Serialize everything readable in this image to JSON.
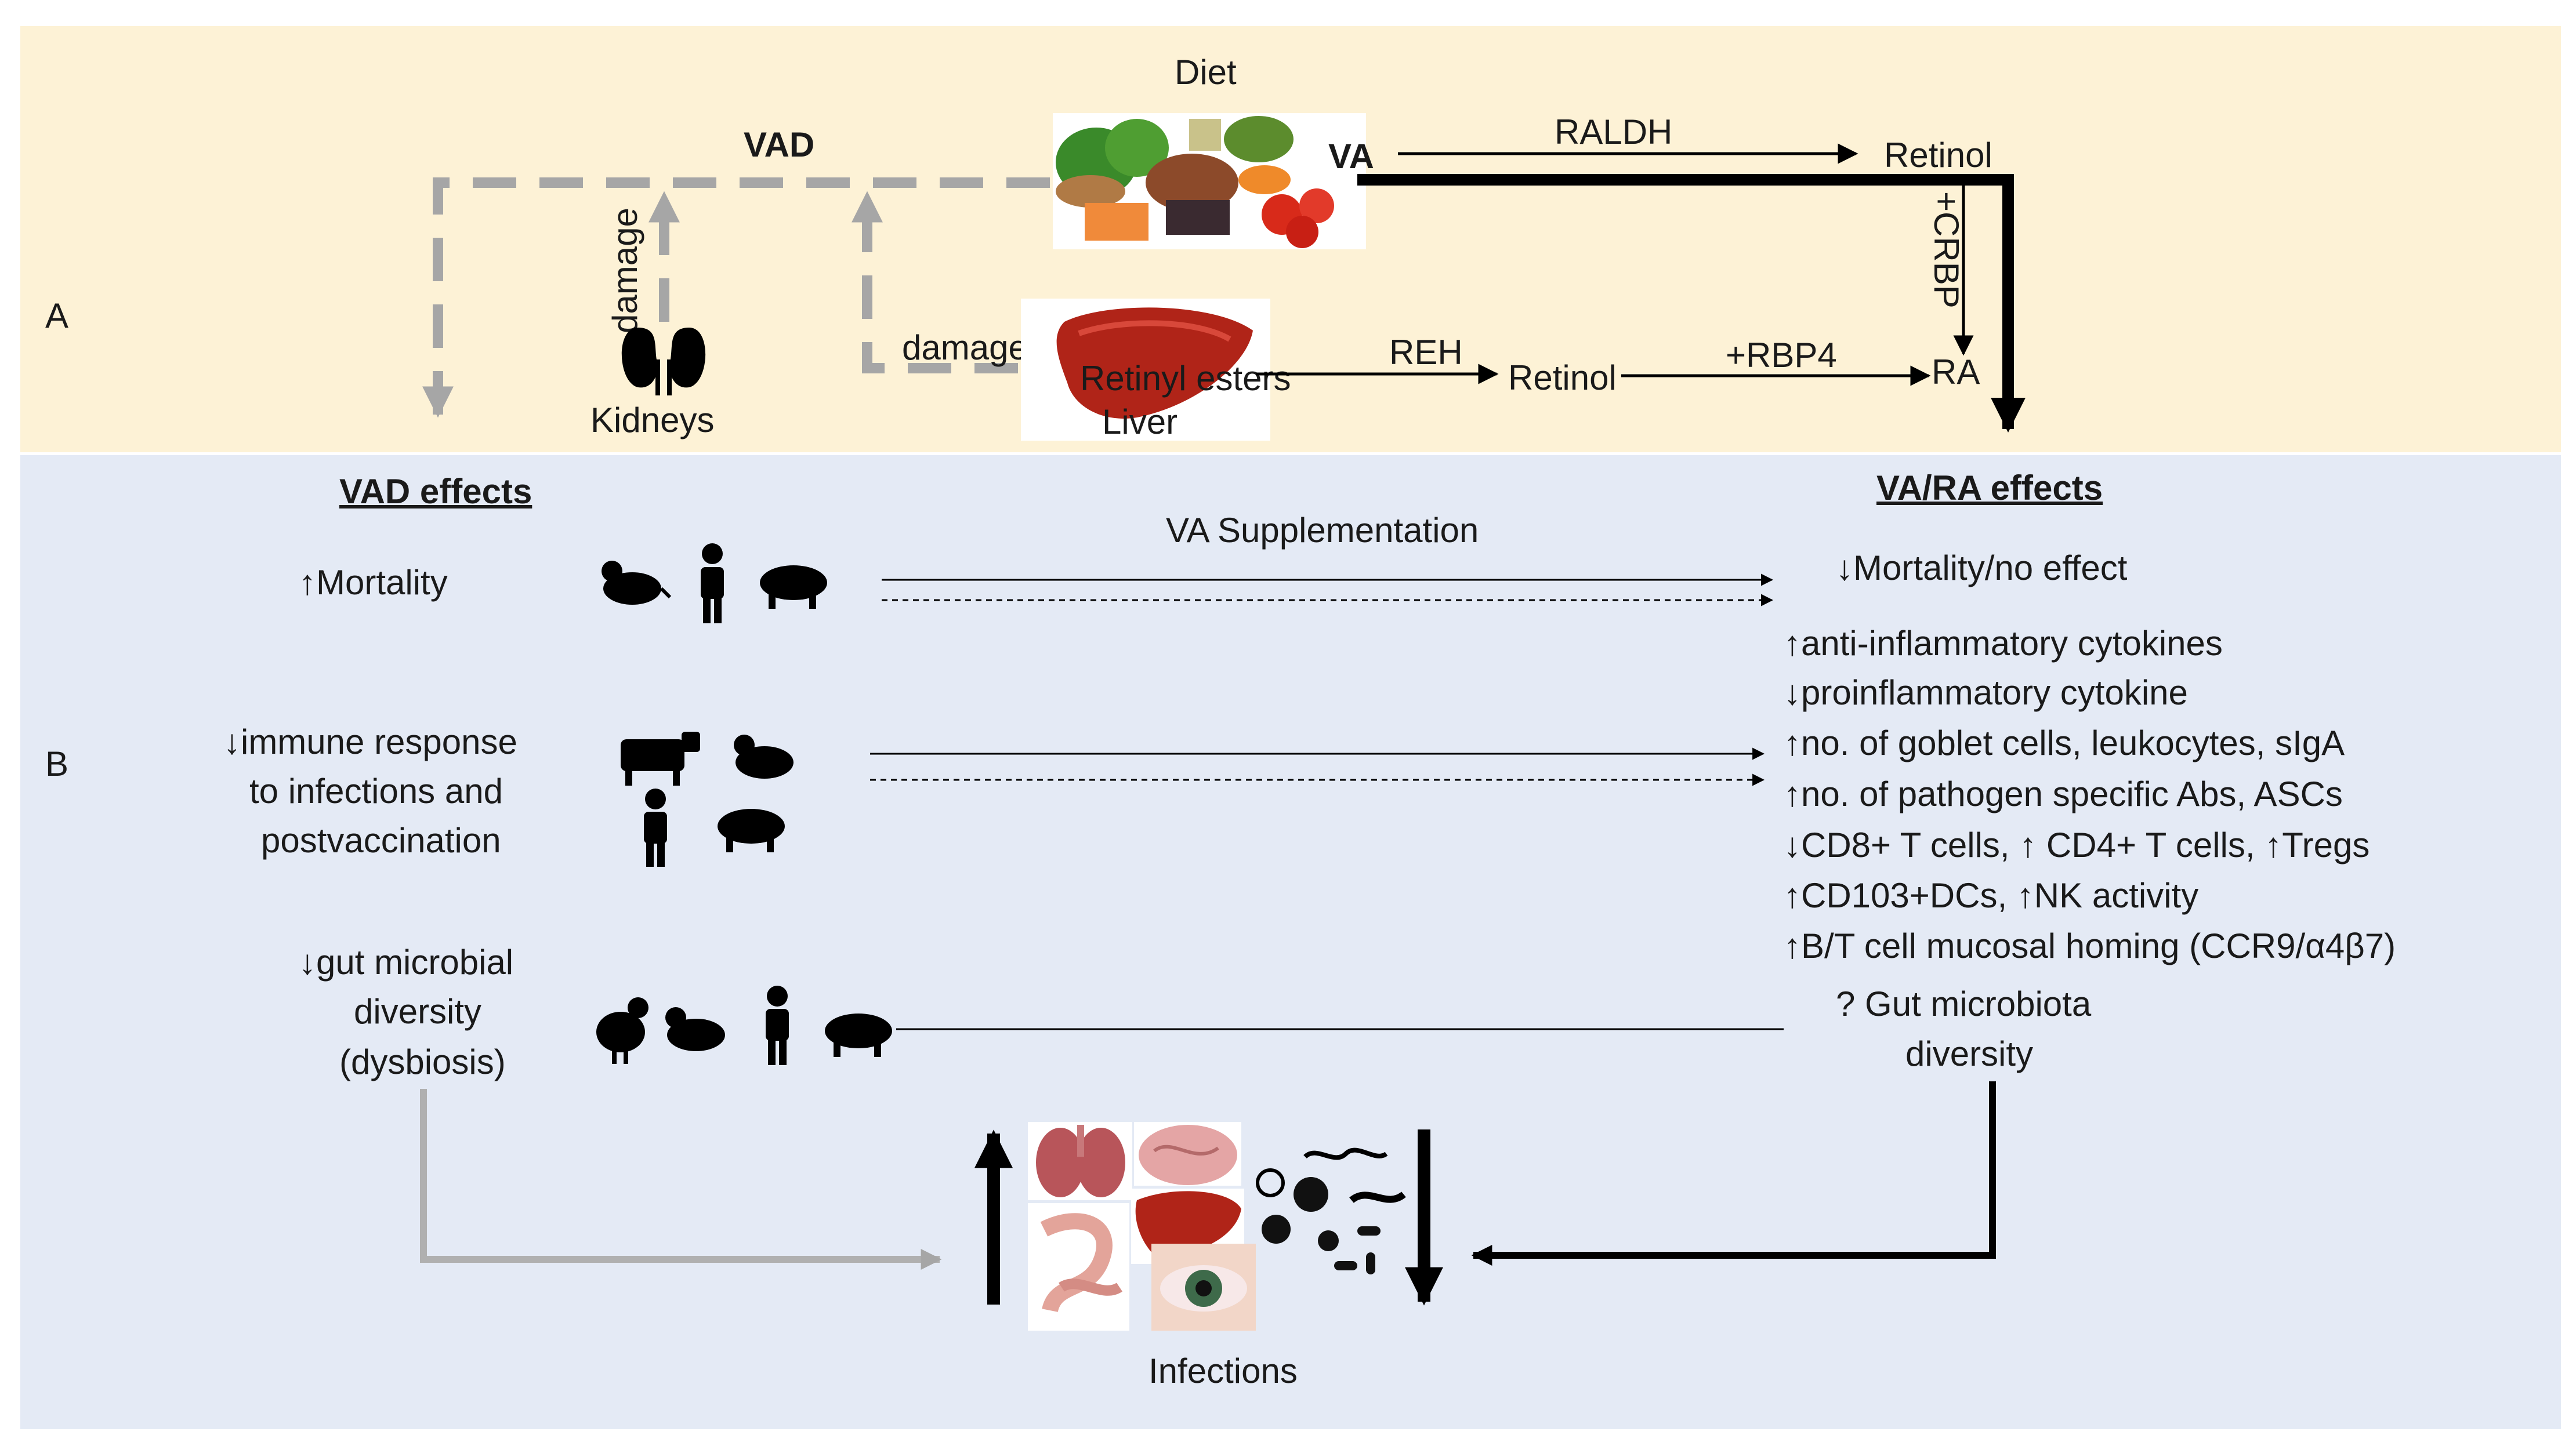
{
  "panel_a": {
    "label": "A",
    "diet": "Diet",
    "vad": "VAD",
    "va": "VA",
    "raldh": "RALDH",
    "retinol_top": "Retinol",
    "crbp": "+CRBP",
    "damage_kidney": "damage",
    "damage_liver": "damage",
    "kidneys": "Kidneys",
    "retinyl_esters": "Retinyl esters",
    "liver": "Liver",
    "reh": "REH",
    "retinol_mid": "Retinol",
    "rbp4": "+RBP4",
    "ra": "RA"
  },
  "panel_b": {
    "label": "B",
    "vad_effects_title": "VAD effects",
    "va_ra_effects_title": "VA/RA effects",
    "va_supplementation": "VA Supplementation",
    "mortality": "↑Mortality",
    "immune_lines": [
      "↓immune response",
      "to infections and",
      "postvaccination"
    ],
    "gut_lines": [
      "↓gut microbial",
      "diversity",
      "(dysbiosis)"
    ],
    "mortality_effect": "↓Mortality/no effect",
    "effects_list": [
      "↑anti-inflammatory cytokines",
      "↓proinflammatory cytokine",
      "↑no. of goblet cells, leukocytes, sIgA",
      "↑no. of pathogen specific Abs, ASCs",
      "↓CD8+ T cells, ↑ CD4+ T cells, ↑Tregs",
      "↑CD103+DCs, ↑NK activity",
      "↑B/T cell mucosal homing (CCR9/α4β7)"
    ],
    "microbiota_lines": [
      "? Gut microbiota",
      "diversity"
    ],
    "infections": "Infections"
  },
  "colors": {
    "panel_a_bg": "#fdf2d6",
    "panel_b_bg": "#e4eaf5",
    "dashed_grey": "#a6a6a6",
    "black": "#000000"
  }
}
